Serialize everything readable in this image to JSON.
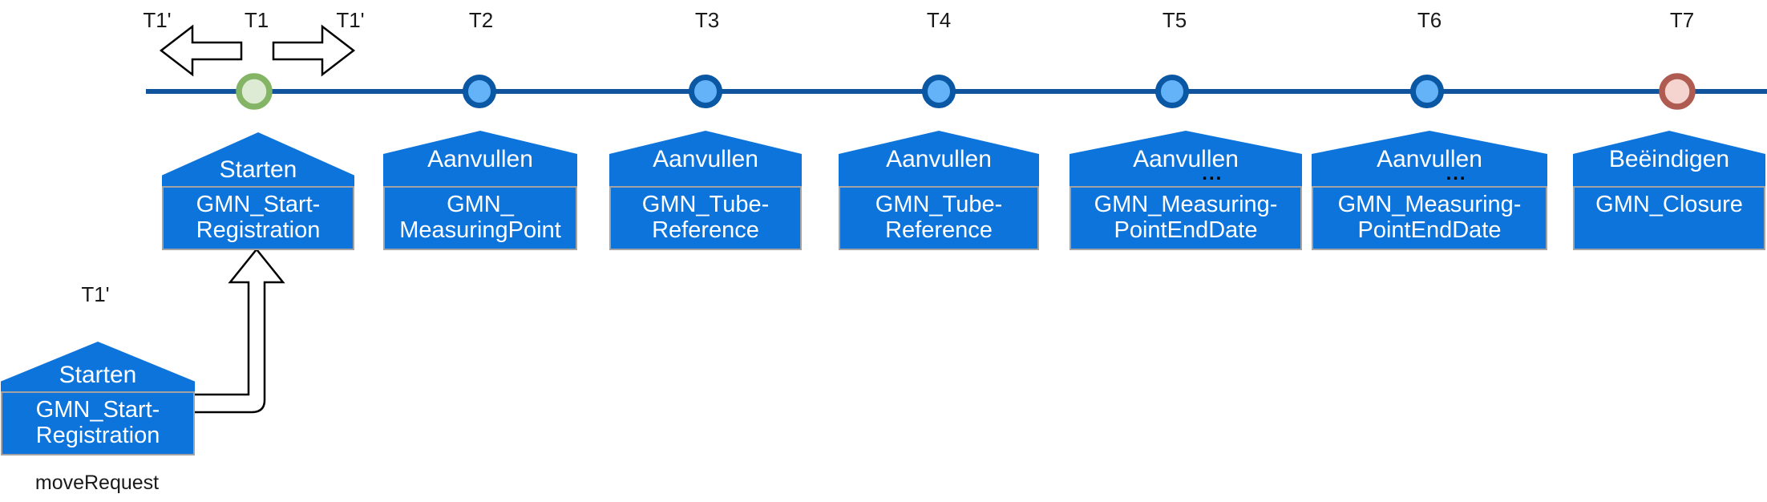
{
  "diagram": {
    "kind": "event-timeline",
    "shift_arrows": {
      "left_label": "T1'",
      "right_label": "T1'"
    },
    "events": [
      {
        "t": "T1",
        "action": "Starten",
        "doc_lines": [
          "GMN_Start-",
          "Registration"
        ],
        "marker": "start"
      },
      {
        "t": "T2",
        "action": "Aanvullen",
        "doc_lines": [
          "GMN_",
          "MeasuringPoint"
        ],
        "marker": "middle"
      },
      {
        "t": "T3",
        "action": "Aanvullen",
        "doc_lines": [
          "GMN_Tube-",
          "Reference"
        ],
        "marker": "middle"
      },
      {
        "t": "T4",
        "action": "Aanvullen",
        "doc_lines": [
          "GMN_Tube-",
          "Reference"
        ],
        "marker": "middle"
      },
      {
        "t": "T5",
        "action": "Aanvullen",
        "ellipsis": "...",
        "doc_lines": [
          "GMN_Measuring-",
          "PointEndDate"
        ],
        "marker": "middle"
      },
      {
        "t": "T6",
        "action": "Aanvullen",
        "ellipsis": "...",
        "doc_lines": [
          "GMN_Measuring-",
          "PointEndDate"
        ],
        "marker": "middle"
      },
      {
        "t": "T7",
        "action": "Beëindigen",
        "doc_lines": [
          "GMN_Closure"
        ],
        "marker": "end"
      }
    ],
    "moved_event": {
      "t": "T1'",
      "action": "Starten",
      "doc_lines": [
        "GMN_Start-",
        "Registration"
      ],
      "note": "moveRequest"
    },
    "colors": {
      "house_blue": "#0d74dc",
      "timeline": "#0f549c",
      "circle_blue_fill": "#64b2f7",
      "circle_blue_border": "#0a57a4",
      "circle_green_fill": "#ddebd4",
      "circle_green_border": "#84b566",
      "circle_red_fill": "#f5d3cf",
      "circle_red_border": "#b05b52",
      "body_border_gray": "#a3a3a3"
    }
  }
}
